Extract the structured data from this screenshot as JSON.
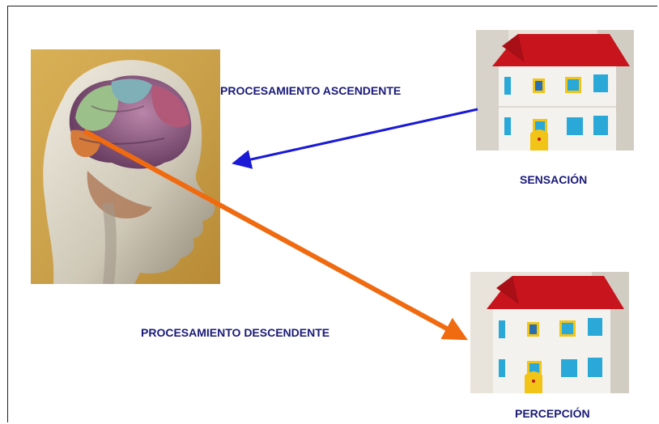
{
  "labels": {
    "bottom_up": "PROCESAMIENTO ASCENDENTE",
    "top_down": "PROCESAMIENTO DESCENDENTE",
    "sensation": "SENSACIÓN",
    "perception": "PERCEPCIÓN"
  },
  "colors": {
    "bottom_up_arrow": "#1a1ad6",
    "top_down_arrow": "#f06a10",
    "label_text": "#1a1a7a",
    "roof": "#c8141c",
    "house_wall": "#f4f2ee",
    "shutter": "#2aa8d8",
    "window_frame": "#f2c418"
  },
  "icons": {
    "head": "brain-head-illustration",
    "house_top": "dollhouse-photo",
    "house_bottom": "dollhouse-photo"
  }
}
